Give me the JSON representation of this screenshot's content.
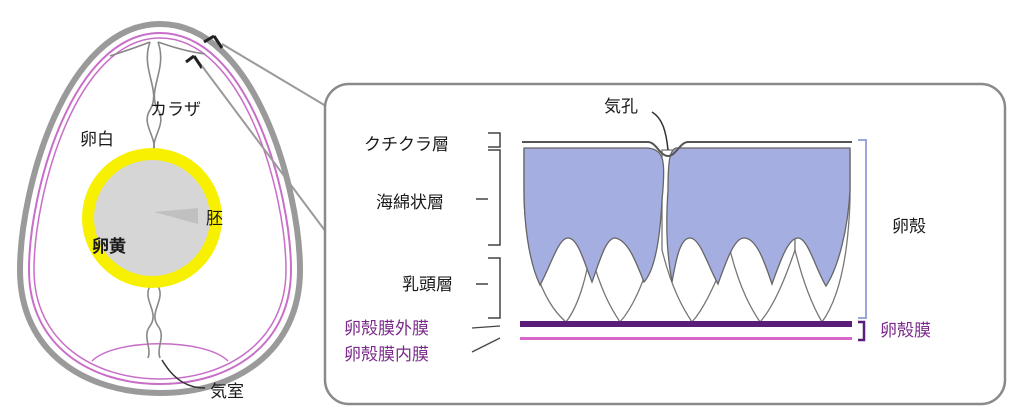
{
  "egg": {
    "labels": {
      "chalaza": "カラザ",
      "albumen": "卵白",
      "yolk": "卵黄",
      "germ": "胚",
      "air_cell": "気室"
    }
  },
  "shell_detail": {
    "labels": {
      "pore": "気孔",
      "cuticle": "クチクラ層",
      "spongy": "海綿状層",
      "mammillary": "乳頭層",
      "outer_membrane": "卵殻膜外膜",
      "inner_membrane": "卵殻膜内膜",
      "eggshell": "卵殻",
      "shell_membrane": "卵殻膜"
    }
  },
  "colors": {
    "shell_gray": "#9a9a9a",
    "membrane_pink": "#c86ec8",
    "membrane_purple": "#5a1e78",
    "yolk_ring": "#f7f000",
    "yolk_center": "#d6d6d6",
    "spongy_fill": "#a5aee0",
    "bracket_blue": "#9aa6dc",
    "label_purple": "#7a2a8a"
  }
}
